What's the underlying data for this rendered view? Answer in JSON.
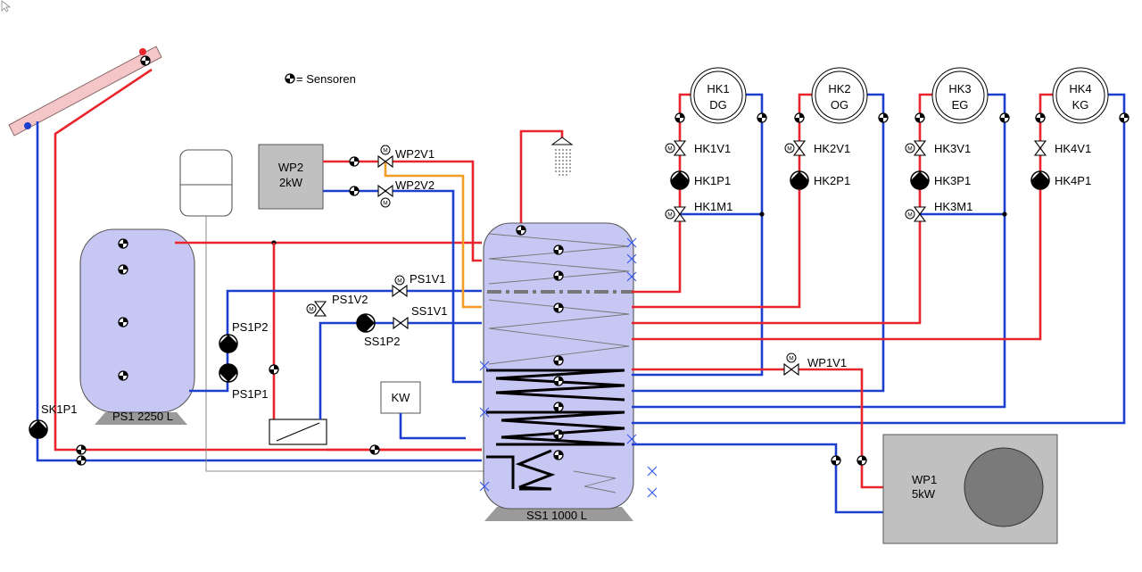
{
  "legend": {
    "text": "= Sensoren"
  },
  "collector": {
    "label": "SK1P1"
  },
  "ps1": {
    "label": "PS1 2250 L",
    "pump1": "PS1P1",
    "pump2": "PS1P2",
    "valve1": "PS1V1",
    "valve2": "PS1V2"
  },
  "ss1": {
    "label": "SS1 1000 L",
    "valve": "SS1V1",
    "pump": "SS1P2"
  },
  "wp2": {
    "name": "WP2",
    "power": "2kW",
    "valve1": "WP2V1",
    "valve2": "WP2V2"
  },
  "wp1": {
    "name": "WP1",
    "power": "5kW",
    "valve": "WP1V1"
  },
  "kw": {
    "label": "KW"
  },
  "circuits": [
    {
      "name": "HK1",
      "floor": "DG",
      "valve": "HK1V1",
      "pump": "HK1P1",
      "mixer": "HK1M1"
    },
    {
      "name": "HK2",
      "floor": "OG",
      "valve": "HK2V1",
      "pump": "HK2P1",
      "mixer": ""
    },
    {
      "name": "HK3",
      "floor": "EG",
      "valve": "HK3V1",
      "pump": "HK3P1",
      "mixer": "HK3M1"
    },
    {
      "name": "HK4",
      "floor": "KG",
      "valve": "HK4V1",
      "pump": "HK4P1",
      "mixer": ""
    }
  ],
  "colors": {
    "supply": "#e8242c",
    "return": "#1c3fd0",
    "wp2_line": "#f39c24",
    "tank_fill": "#c7c7f3",
    "unit_fill": "#c0c0c0"
  }
}
